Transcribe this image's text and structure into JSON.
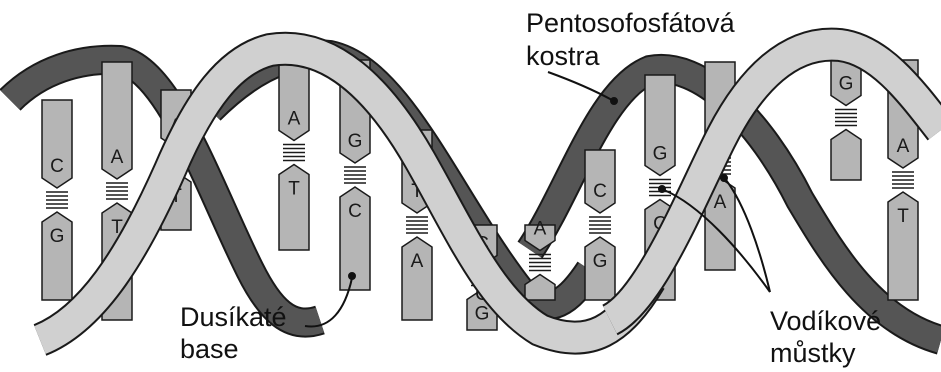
{
  "colors": {
    "background": "#ffffff",
    "base_fill": "#b5b5b5",
    "backbone_dark": "#555555",
    "backbone_light": "#d0d0d0",
    "outline": "#1a1a1a"
  },
  "labels": {
    "backbone_line1": "Pentosofosfátová",
    "backbone_line2": "kostra",
    "bases_line1": "Dusíkaté",
    "bases_line2": "base",
    "bridges_line1": "Vodíkové",
    "bridges_line2": "můstky"
  },
  "base_pairs": [
    {
      "top": "C",
      "bottom": "G"
    },
    {
      "top": "A",
      "bottom": "T"
    },
    {
      "top": "A",
      "bottom": "T"
    },
    {
      "top": "A",
      "bottom": "T"
    },
    {
      "top": "G",
      "bottom": "C"
    },
    {
      "top": "T",
      "bottom": "A"
    },
    {
      "top": "C",
      "bottom": "G"
    },
    {
      "top": "A",
      "bottom": ""
    },
    {
      "top": "",
      "bottom": "C"
    },
    {
      "top": "C",
      "bottom": "G"
    },
    {
      "top": "G",
      "bottom": "C"
    },
    {
      "top": "T",
      "bottom": "A"
    },
    {
      "top": "G",
      "bottom": ""
    },
    {
      "top": "A",
      "bottom": "T"
    }
  ]
}
